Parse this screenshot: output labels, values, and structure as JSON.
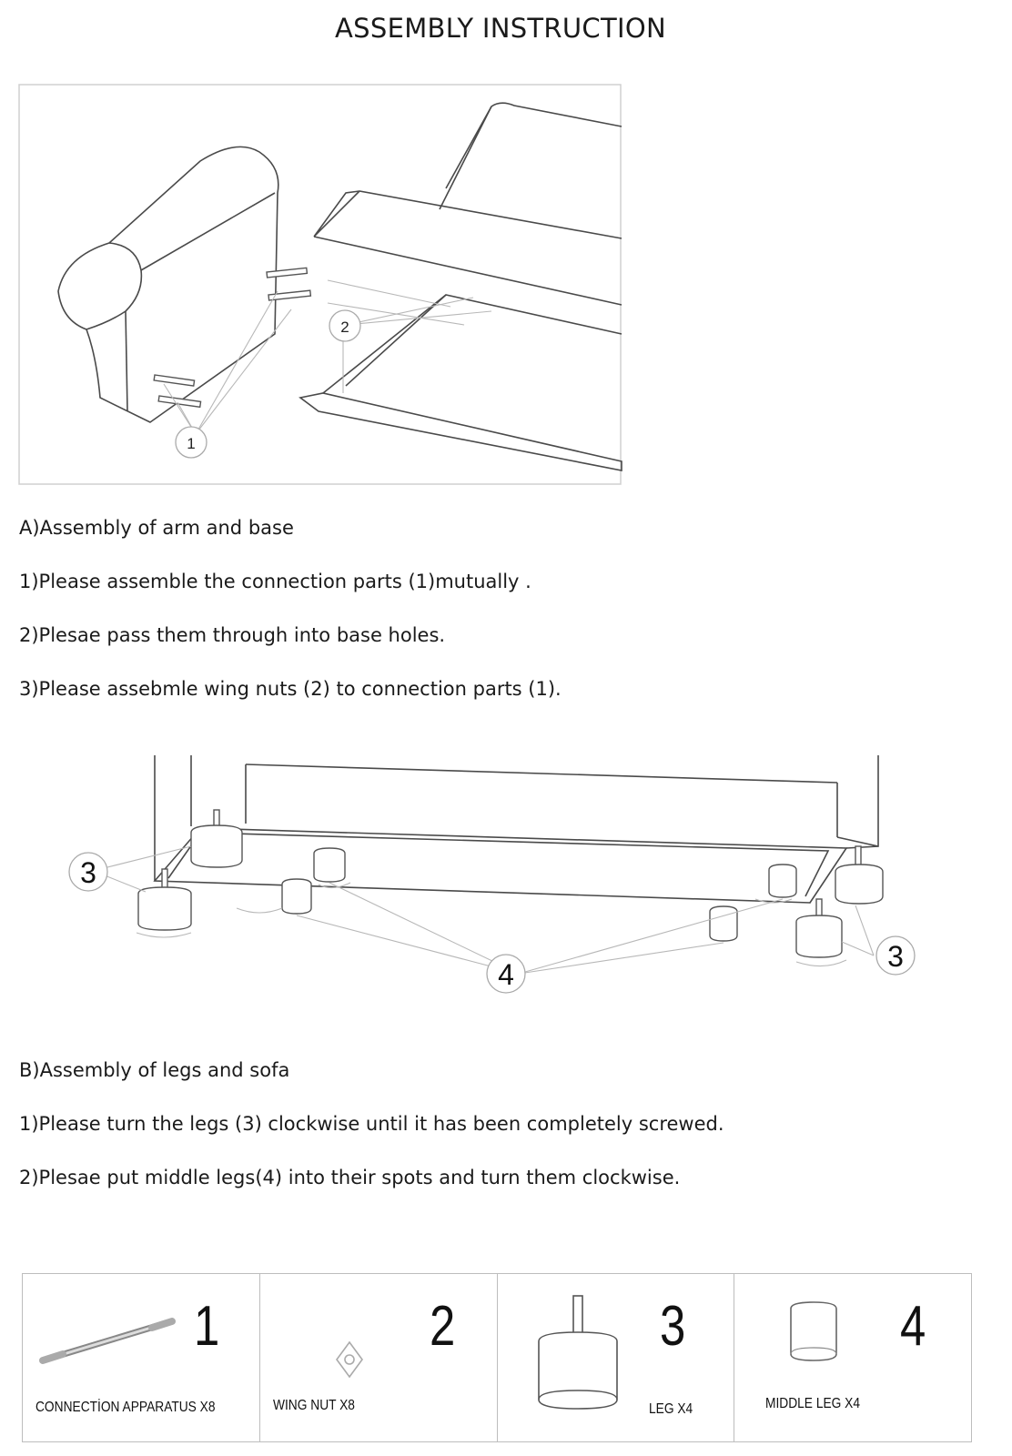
{
  "page": {
    "title": "ASSEMBLY INSTRUCTION"
  },
  "section_a": {
    "figure": {
      "callouts": [
        "1",
        "2"
      ]
    },
    "heading": "A)Assembly of arm and base",
    "steps": [
      "1)Please assemble the connection parts (1)mutually .",
      "2)Plesae pass them through into base holes.",
      "3)Please assebmle wing nuts (2) to connection parts (1)."
    ]
  },
  "section_b": {
    "figure": {
      "callouts": [
        "3",
        "4",
        "3"
      ]
    },
    "heading": "B)Assembly of legs and sofa",
    "steps": [
      "1)Please turn the legs (3) clockwise until it has been completely screwed.",
      "2)Plesae put middle legs(4) into their spots and turn them clockwise."
    ]
  },
  "parts": [
    {
      "number": "1",
      "label": "CONNECTİON APPARATUS X8",
      "icon": "connection-rod-icon"
    },
    {
      "number": "2",
      "label": "WING NUT X8",
      "icon": "wing-nut-icon"
    },
    {
      "number": "3",
      "label": "LEG X4",
      "icon": "leg-icon"
    },
    {
      "number": "4",
      "label": "MIDDLE LEG  X4",
      "icon": "middle-leg-icon"
    }
  ],
  "colors": {
    "line": "#555555",
    "light_line": "#b8b8b8",
    "border": "#bdbdbd",
    "text": "#1a1a1a"
  }
}
